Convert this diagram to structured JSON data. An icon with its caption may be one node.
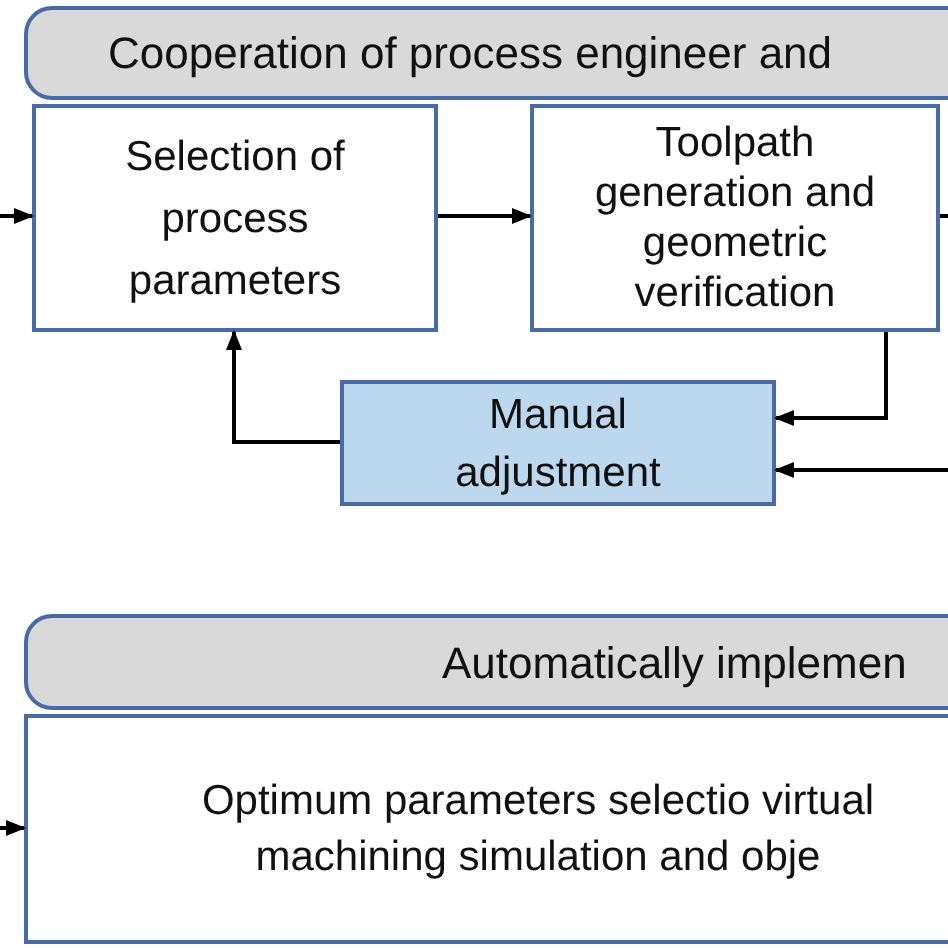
{
  "diagram": {
    "nodes": [
      {
        "text": [
          "Cooperation of process engineer and"
        ]
      },
      {
        "text": [
          "Selection of process parameters"
        ]
      },
      {
        "text": [
          "Toolpath generation and geometric verification"
        ]
      },
      {
        "text": [
          "Manual adjustment"
        ]
      },
      {
        "text": [
          "Automatically implemen"
        ]
      },
      {
        "text": [
          "Optimum parameters selectio virtual machining simulation and obje"
        ]
      }
    ],
    "edges": [
      {
        "from": null,
        "to": 1,
        "arrow": "to"
      },
      {
        "from": 1,
        "to": 2,
        "arrow": "to"
      },
      {
        "from": 2,
        "to": null,
        "arrow": "none"
      },
      {
        "from": 2,
        "to": 3,
        "arrow": "to"
      },
      {
        "from": null,
        "to": 3,
        "arrow": "to"
      },
      {
        "from": 3,
        "to": 1,
        "arrow": "to"
      },
      {
        "from": null,
        "to": 5,
        "arrow": "to"
      }
    ]
  }
}
